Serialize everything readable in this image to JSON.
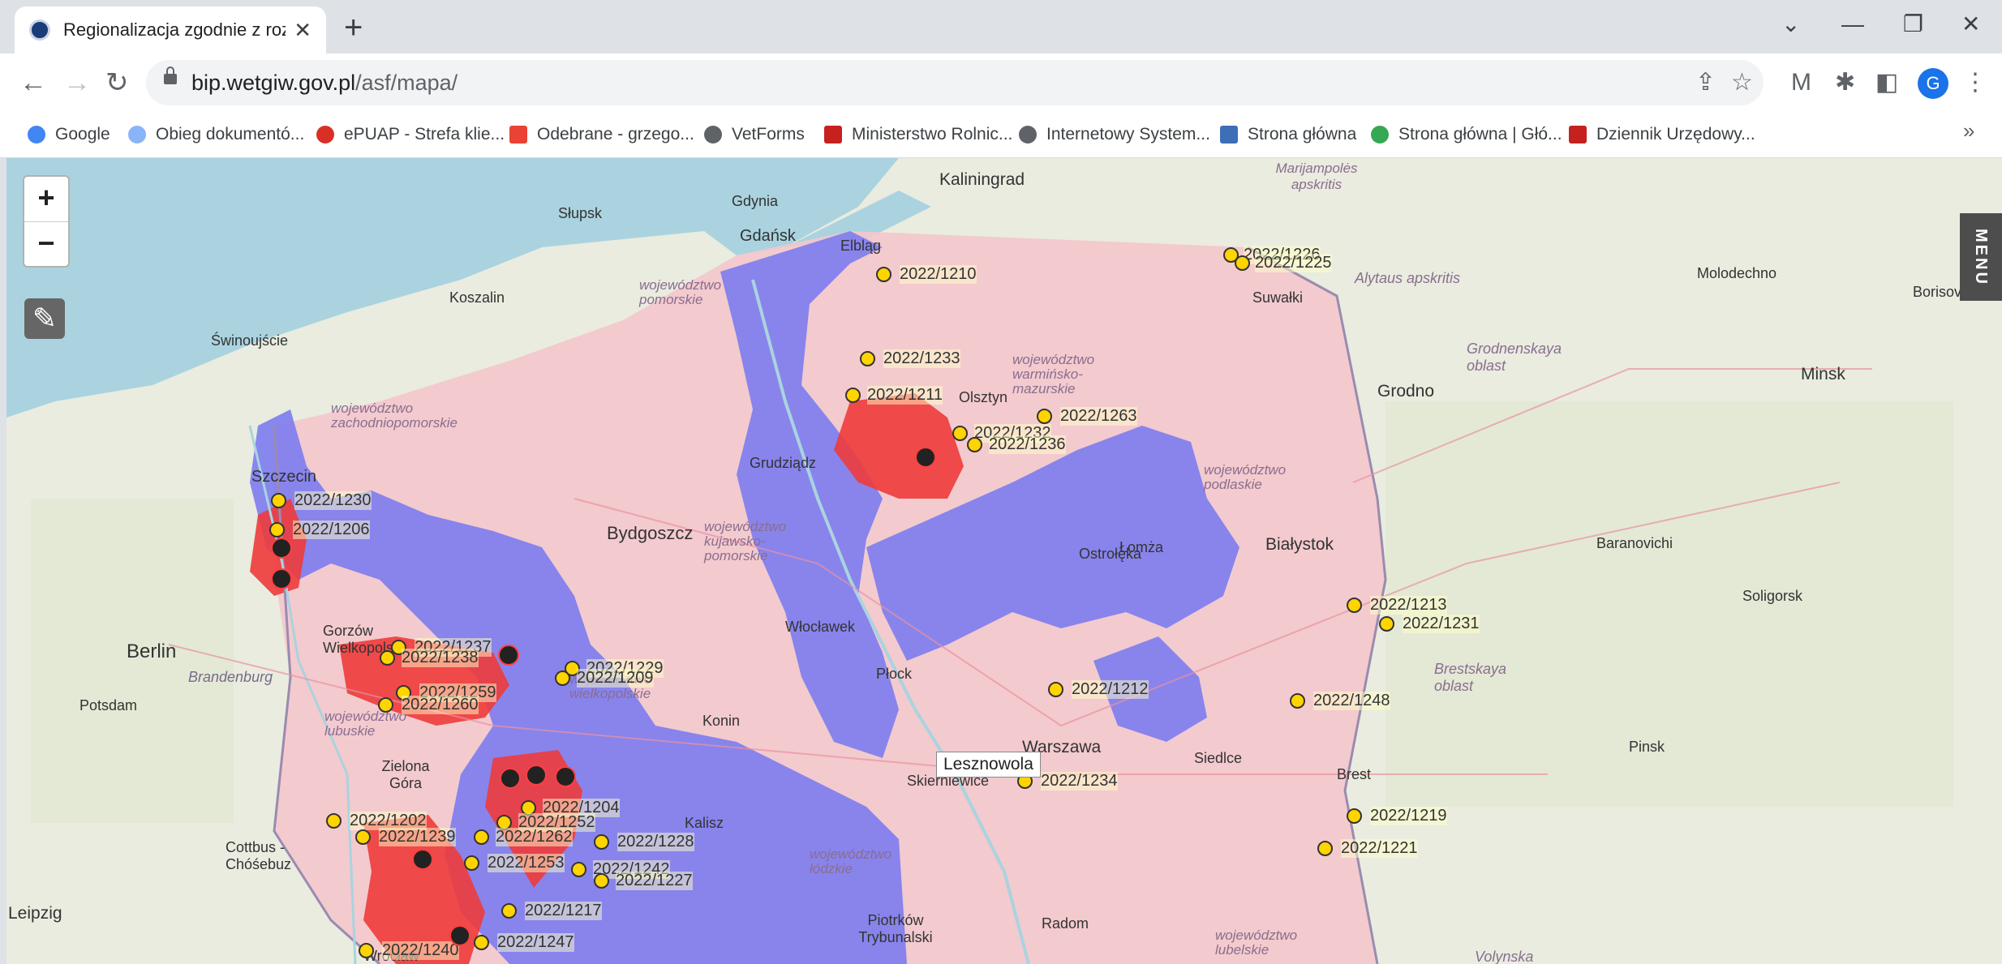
{
  "tab": {
    "title": "Regionalizacja zgodnie z rozporz",
    "close": "✕"
  },
  "browser": {
    "new_tab": "+",
    "url_host": "bip.wetgiw.gov.pl",
    "url_path": "/asf/mapa/",
    "profile_letter": "G",
    "more": "»"
  },
  "bookmarks": [
    {
      "label": "Google",
      "color": "#4285f4"
    },
    {
      "label": "Obieg dokumentó...",
      "color": "#8ab4f8"
    },
    {
      "label": "ePUAP - Strefa klie...",
      "color": "#d93025"
    },
    {
      "label": "Odebrane - grzego...",
      "color": "#ea4335"
    },
    {
      "label": "VetForms",
      "color": "#5f6368"
    },
    {
      "label": "Ministerstwo Rolnic...",
      "color": "#c5221f"
    },
    {
      "label": "Internetowy System...",
      "color": "#5f6368"
    },
    {
      "label": "Strona główna",
      "color": "#3c6fb6"
    },
    {
      "label": "Strona główna | Głó...",
      "color": "#34a853"
    },
    {
      "label": "Dziennik Urzędowy...",
      "color": "#c5221f"
    }
  ],
  "map": {
    "zoom_in": "+",
    "zoom_out": "−",
    "menu": "MENU",
    "tooltip": "Lesznowola",
    "places": [
      "Kaliningrad",
      "Marijampolės apskritis",
      "Gdynia",
      "Słupsk",
      "Gdańsk",
      "Elbląg",
      "Koszalin",
      "Świnoujście",
      "Szczecin",
      "Grudziądz",
      "Olsztyn",
      "Bydgoszcz",
      "Włocławek",
      "Płock",
      "Konin",
      "Kalisz",
      "Gorzów Wielkopolski",
      "Zielona Góra",
      "Berlin",
      "Potsdam",
      "Brandenburg",
      "Cottbus - Chóśebuz",
      "Leipzig",
      "Warszawa",
      "Skierniewice",
      "Siedlce",
      "Łomża",
      "Ostrołęka",
      "Białystok",
      "Suwałki",
      "Grodno",
      "Minsk",
      "Molodechno",
      "Borisov",
      "Alytaus apskritis",
      "Grodnenskaya oblast",
      "Baranovichi",
      "Soligorsk",
      "Brestskaya oblast",
      "Brest",
      "Pinsk",
      "Piotrków Trybunalski",
      "Radom",
      "Wrocław",
      "Volynska"
    ],
    "regions": [
      "województwo pomorskie",
      "województwo zachodniopomorskie",
      "województwo warmińsko-mazurskie",
      "województwo podlaskie",
      "województwo kujawsko-pomorskie",
      "województwo wielkopolskie",
      "województwo lubuskie",
      "województwo łódzkie",
      "województwo lubelskie"
    ],
    "outbreaks": [
      "2022/1210",
      "2022/1226",
      "2022/1225",
      "2022/1233",
      "2022/1211",
      "2022/1263",
      "2022/1232",
      "2022/1236",
      "2022/1230",
      "2022/1206",
      "2022/1213",
      "2022/1231",
      "2022/1237",
      "2022/1238",
      "2022/1229",
      "2022/1209",
      "2022/1259",
      "2022/1260",
      "2022/1212",
      "2022/1248",
      "2022/1234",
      "2022/1204",
      "2022/1252",
      "2022/1202",
      "2022/1239",
      "2022/1262",
      "2022/1228",
      "2022/1219",
      "2022/1221",
      "2022/1253",
      "2022/1242",
      "2022/1227",
      "2022/1217",
      "2022/1240",
      "2022/1247"
    ]
  }
}
